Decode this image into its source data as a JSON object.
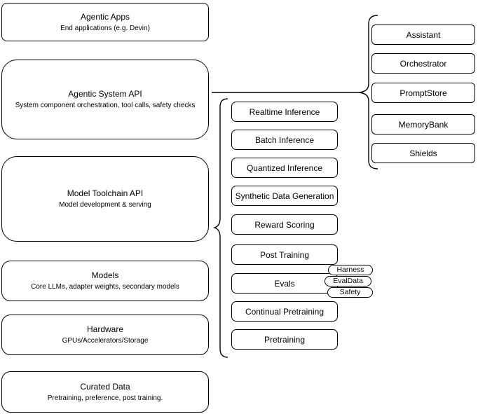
{
  "diagram": {
    "left_stack": [
      {
        "title": "Agentic Apps",
        "subtitle": "End applications (e.g. Devin)"
      },
      {
        "title": "Agentic System API",
        "subtitle": "System component orchestration, tool calls, safety checks"
      },
      {
        "title": "Model Toolchain API",
        "subtitle": "Model development & serving"
      },
      {
        "title": "Models",
        "subtitle": "Core LLMs, adapter weights, secondary models"
      },
      {
        "title": "Hardware",
        "subtitle": "GPUs/Accelerators/Storage"
      },
      {
        "title": "Curated Data",
        "subtitle": "Pretraining, preference, post training."
      }
    ],
    "toolchain_items": [
      "Realtime Inference",
      "Batch Inference",
      "Quantized Inference",
      "Synthetic Data Generation",
      "Reward Scoring",
      "Post Training",
      "Evals",
      "Continual Pretraining",
      "Pretraining"
    ],
    "evals_tags": [
      "Harness",
      "EvalData",
      "Safety"
    ],
    "system_components": [
      "Assistant",
      "Orchestrator",
      "PromptStore",
      "MemoryBank",
      "Shields"
    ],
    "colors": {
      "stroke": "#000000",
      "node_fill": "#ffffff",
      "background": "#ffffff"
    }
  }
}
